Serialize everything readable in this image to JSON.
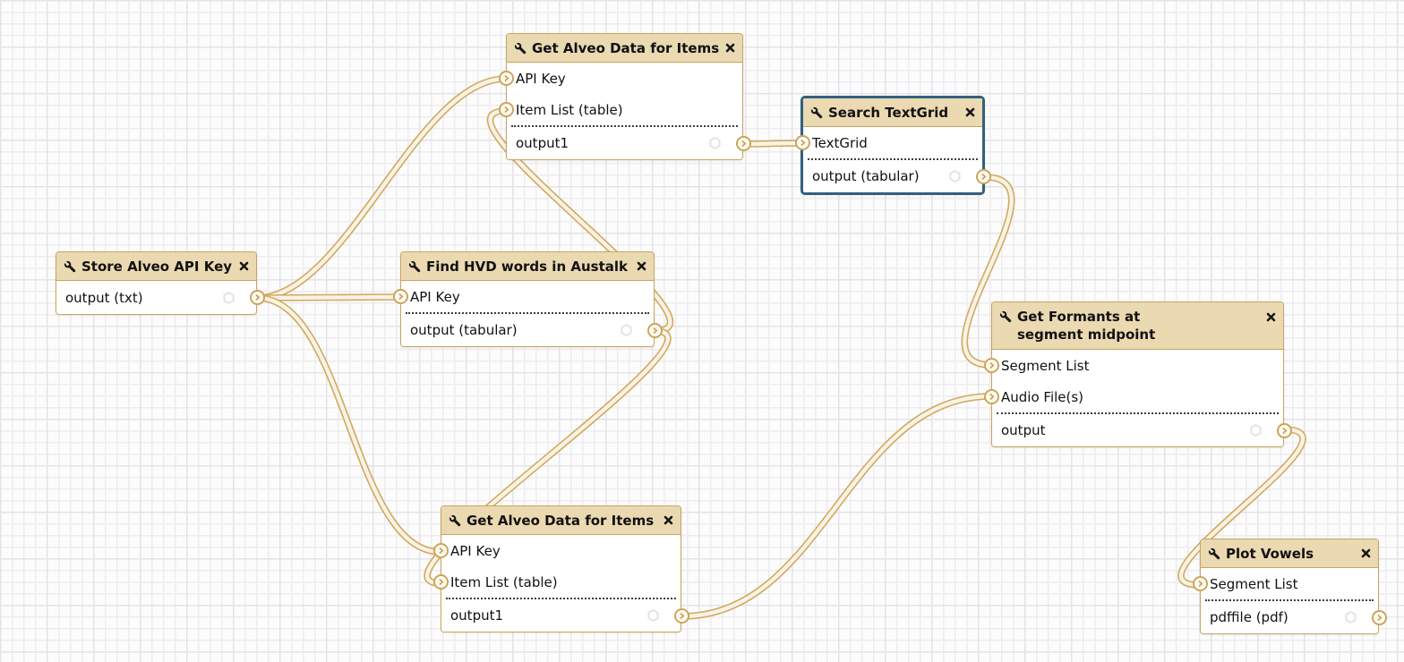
{
  "app": {
    "view": "workflow-editor-canvas"
  },
  "palette": {
    "node_header_bg": "#ebd9b2",
    "node_border": "#c9a45f",
    "node_body_bg": "#ffffff",
    "selected_border": "#33607e",
    "edge_outer": "#d2a95f",
    "edge_inner": "#f8f3e5",
    "grid_line": "#ededf0",
    "text": "#111111"
  },
  "icons": {
    "tool": "wrench-icon",
    "close": "close-x-icon",
    "port": "chevron-right-icon",
    "workflow_output_toggle": "hexagon-callout-icon"
  },
  "nodes": [
    {
      "id": "get-alveo-data-top",
      "title": "Get Alveo Data for Items",
      "selected": false,
      "inputs": [
        {
          "label": "API Key"
        },
        {
          "label": "Item List (table)"
        }
      ],
      "outputs": [
        {
          "label": "output1"
        }
      ]
    },
    {
      "id": "search-textgrid",
      "title": "Search TextGrid",
      "selected": true,
      "inputs": [
        {
          "label": "TextGrid"
        }
      ],
      "outputs": [
        {
          "label": "output (tabular)"
        }
      ]
    },
    {
      "id": "store-alveo-api-key",
      "title": "Store Alveo API Key",
      "selected": false,
      "inputs": [],
      "outputs": [
        {
          "label": "output (txt)"
        }
      ]
    },
    {
      "id": "find-hvd-words",
      "title": "Find HVD words in Austalk",
      "selected": false,
      "inputs": [
        {
          "label": "API Key"
        }
      ],
      "outputs": [
        {
          "label": "output (tabular)"
        }
      ]
    },
    {
      "id": "get-formants",
      "title": "Get Formants at segment midpoint",
      "selected": false,
      "inputs": [
        {
          "label": "Segment List"
        },
        {
          "label": "Audio File(s)"
        }
      ],
      "outputs": [
        {
          "label": "output"
        }
      ]
    },
    {
      "id": "get-alveo-data-bottom",
      "title": "Get Alveo Data for Items",
      "selected": false,
      "inputs": [
        {
          "label": "API Key"
        },
        {
          "label": "Item List (table)"
        }
      ],
      "outputs": [
        {
          "label": "output1"
        }
      ]
    },
    {
      "id": "plot-vowels",
      "title": "Plot Vowels",
      "selected": false,
      "inputs": [
        {
          "label": "Segment List"
        }
      ],
      "outputs": [
        {
          "label": "pdffile (pdf)"
        }
      ]
    }
  ],
  "edges": [
    {
      "from": "store-alveo-api-key.output (txt)",
      "to": "get-alveo-data-top.API Key"
    },
    {
      "from": "store-alveo-api-key.output (txt)",
      "to": "find-hvd-words.API Key"
    },
    {
      "from": "store-alveo-api-key.output (txt)",
      "to": "get-alveo-data-bottom.API Key"
    },
    {
      "from": "find-hvd-words.output (tabular)",
      "to": "get-alveo-data-top.Item List (table)"
    },
    {
      "from": "find-hvd-words.output (tabular)",
      "to": "get-alveo-data-bottom.Item List (table)"
    },
    {
      "from": "get-alveo-data-top.output1",
      "to": "search-textgrid.TextGrid"
    },
    {
      "from": "search-textgrid.output (tabular)",
      "to": "get-formants.Segment List"
    },
    {
      "from": "get-alveo-data-bottom.output1",
      "to": "get-formants.Audio File(s)"
    },
    {
      "from": "get-formants.output",
      "to": "plot-vowels.Segment List"
    }
  ]
}
